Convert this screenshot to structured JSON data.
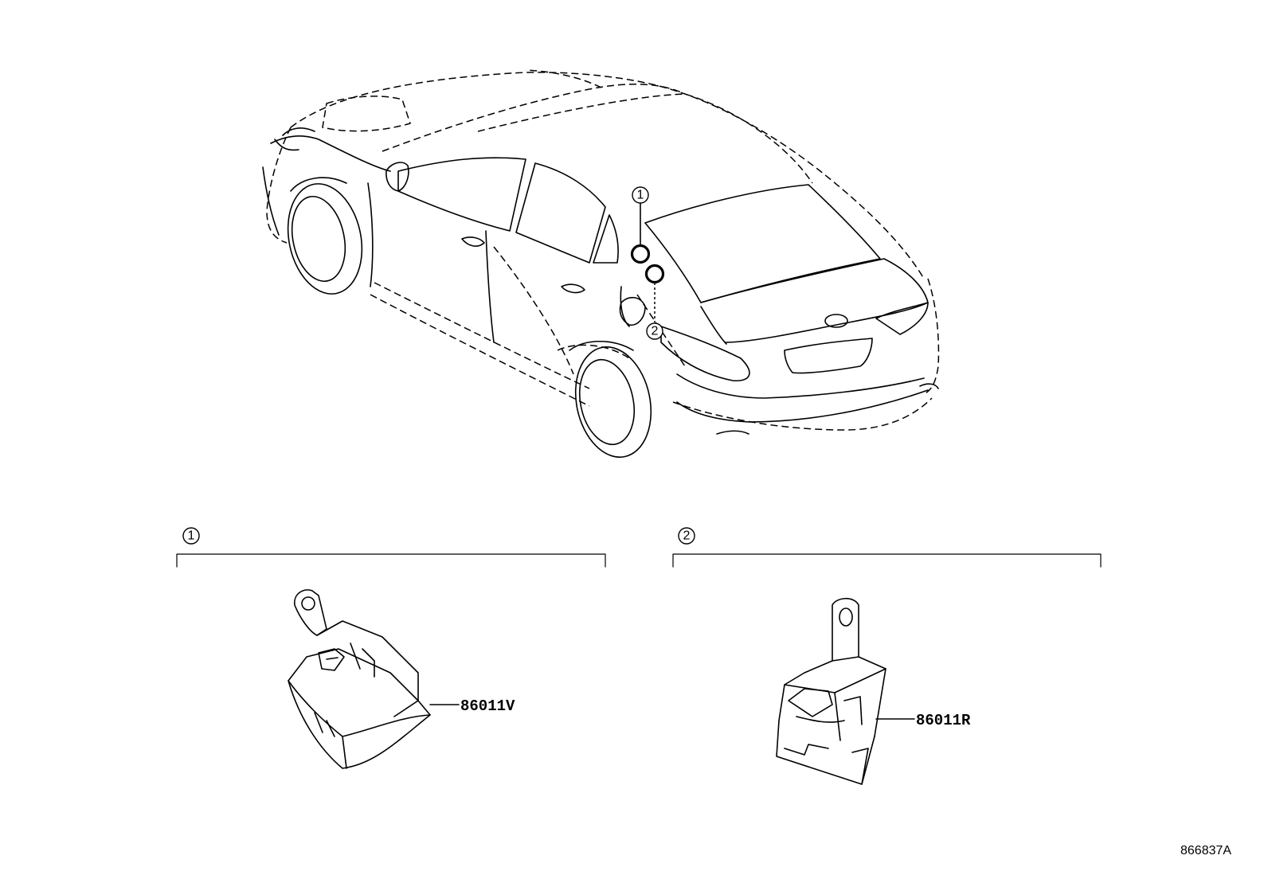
{
  "callouts": [
    {
      "number": "1"
    },
    {
      "number": "2"
    }
  ],
  "groups": [
    {
      "number": "1",
      "part_number": "86011V"
    },
    {
      "number": "2",
      "part_number": "86011R"
    }
  ],
  "illustration_id": "866837A"
}
